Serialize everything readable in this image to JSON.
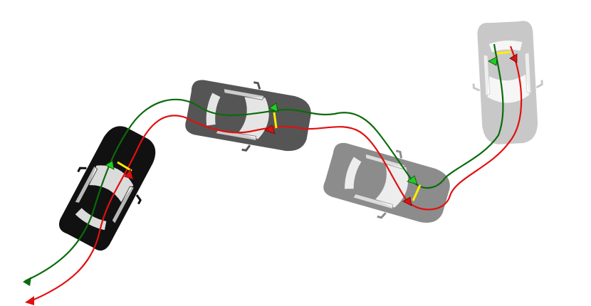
{
  "colors": {
    "background": "#ffffff",
    "green_path": "#0a6b0a",
    "red_path": "#e01010",
    "green_marker": "#22cc22",
    "red_marker": "#dd1111",
    "axle_line": "#ffee00"
  },
  "cars": [
    {
      "name": "car-1",
      "shade": "#111111"
    },
    {
      "name": "car-2",
      "shade": "#555555"
    },
    {
      "name": "car-3",
      "shade": "#8c8c8c"
    },
    {
      "name": "car-4",
      "shade": "#c8c8c8"
    }
  ],
  "paths": [
    {
      "name": "green-trajectory",
      "color": "#0a6b0a"
    },
    {
      "name": "red-trajectory",
      "color": "#e01010"
    }
  ]
}
